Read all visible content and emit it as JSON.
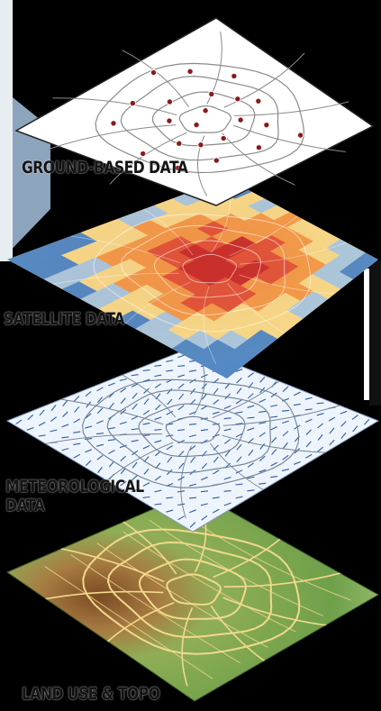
{
  "layers": [
    {
      "id": "ground",
      "label_lines": [
        "GROUND-BASED DATA"
      ]
    },
    {
      "id": "satellite",
      "label_lines": [
        "SATELLITE DATA"
      ]
    },
    {
      "id": "meteo",
      "label_lines": [
        "METEOROLOGICAL",
        "DATA"
      ]
    },
    {
      "id": "land",
      "label_lines": [
        "LAND USE & TOPO"
      ]
    }
  ],
  "colors": {
    "background": "#000000",
    "side_panel": "#8da4bd",
    "plane_white": "#ffffff",
    "road": "#8a8a8a",
    "station_dot": "#8b1a1a",
    "heat_hot": "#c9302c",
    "heat_warm": "#f29a4a",
    "heat_mild": "#f6d98a",
    "heat_cool": "#4f86c6",
    "wind_arrow": "#2d5c9e",
    "topo_green": "#6fa04a",
    "topo_brown": "#8a5a2b",
    "topo_road": "#f2d98c"
  }
}
